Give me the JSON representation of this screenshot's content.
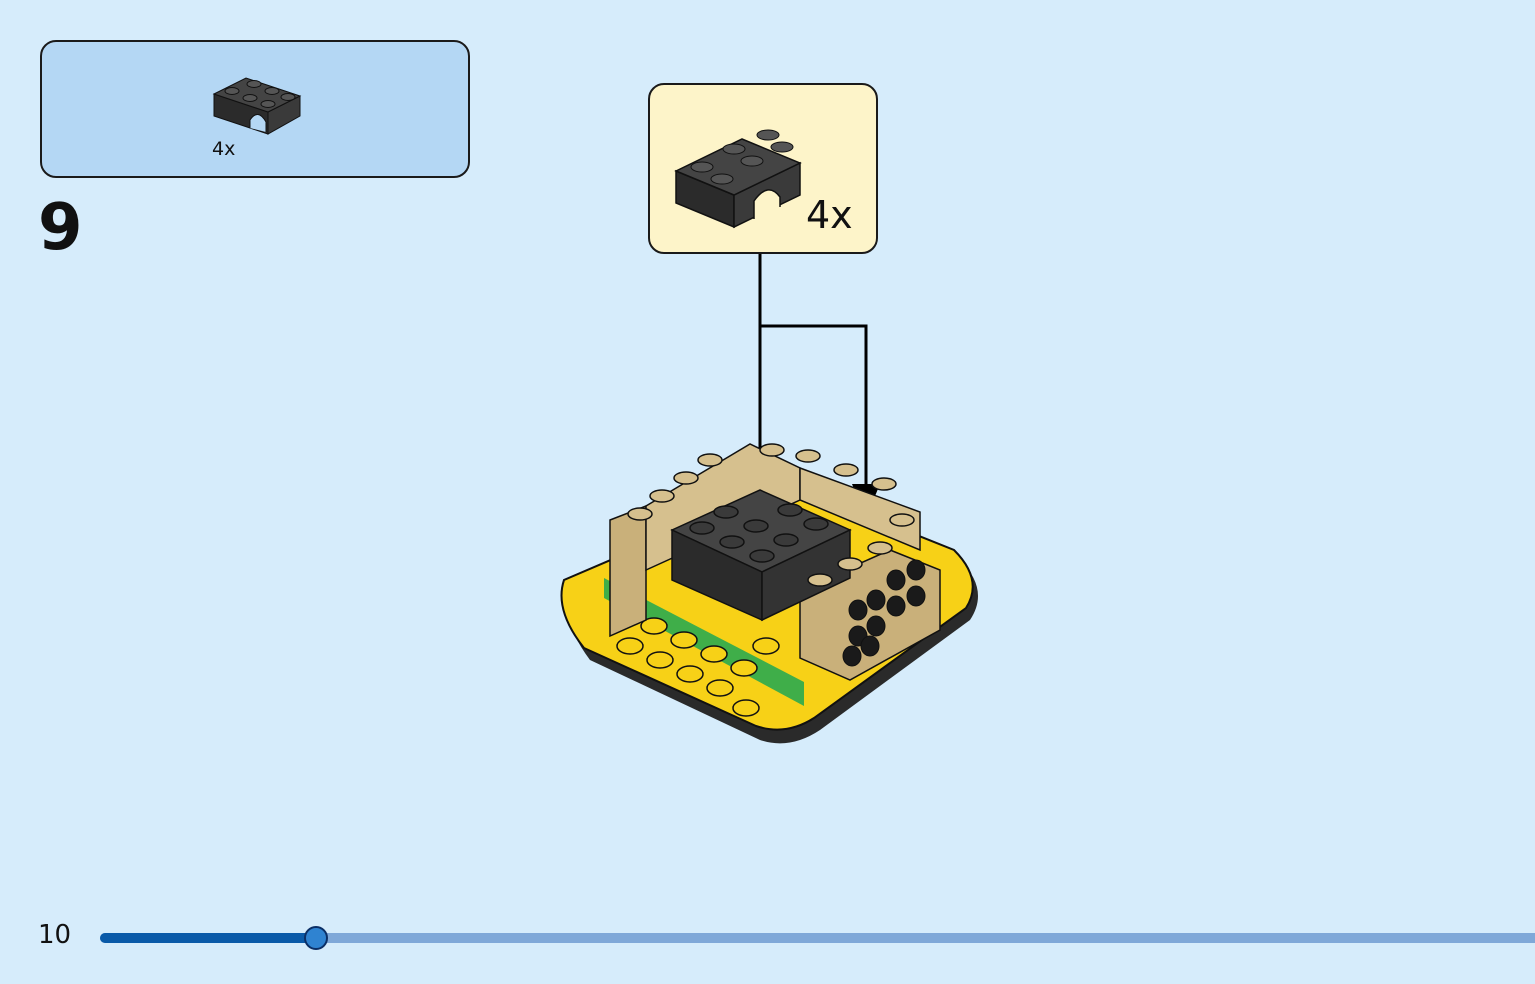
{
  "parts_box": {
    "quantity_label": "4x"
  },
  "step": {
    "number": "9"
  },
  "callout": {
    "quantity_label": "4x"
  },
  "footer": {
    "page_number": "10"
  },
  "progress": {
    "fraction": 0.15
  },
  "colors": {
    "background": "#d6ecfb",
    "parts_box": "#b4d7f4",
    "callout": "#fdf4c9",
    "brick_black": "#2b2b2b",
    "brick_tan": "#d6c08e",
    "brick_yellow": "#f7d117",
    "plate_green": "#3fae49",
    "progress_fill": "#0a5aa8",
    "progress_track": "#7fa8d8"
  }
}
